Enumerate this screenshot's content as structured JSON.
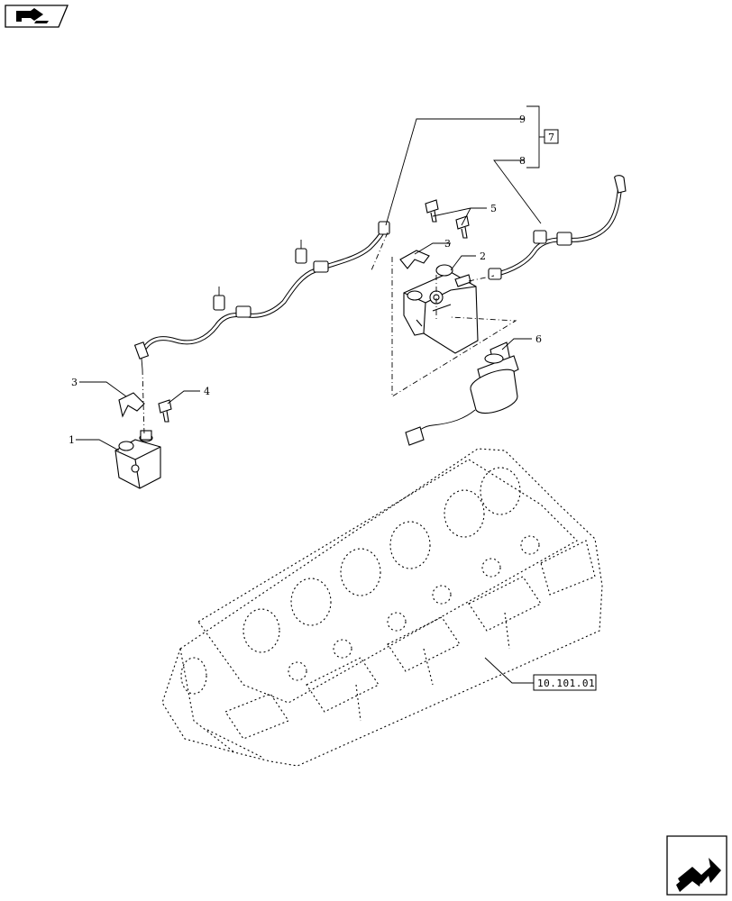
{
  "callouts": {
    "p1": "1",
    "p2": "2",
    "p3a": "3",
    "p3b": "3",
    "p4": "4",
    "p5": "5",
    "p6": "6",
    "p7": "7",
    "p8": "8",
    "p9": "9"
  },
  "reference": "10.101.01",
  "icons": {
    "top": "previous-page-arrow-icon",
    "bottom": "next-page-arrow-icon"
  }
}
